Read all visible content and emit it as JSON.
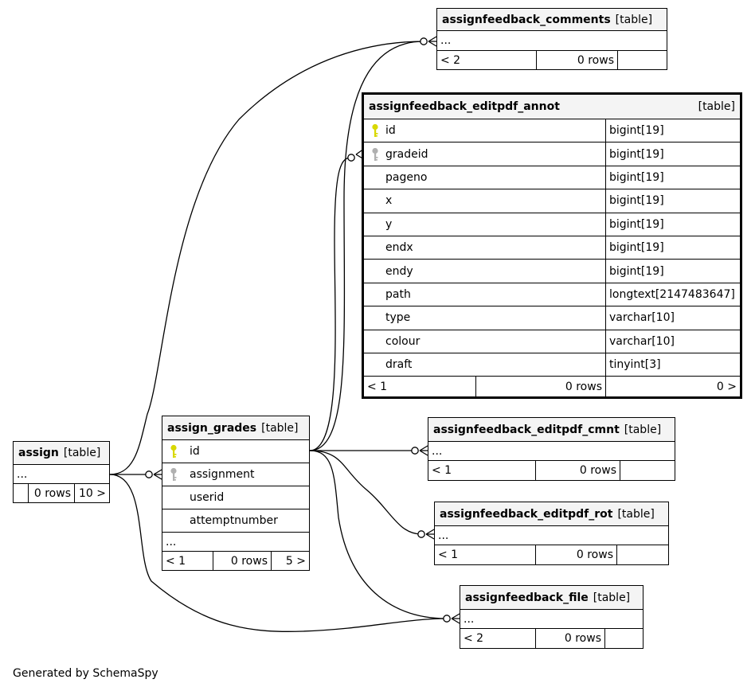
{
  "footer": {
    "generated_by": "Generated by SchemaSpy"
  },
  "tables": {
    "assignfeedback_comments": {
      "name": "assignfeedback_comments",
      "tag": "[table]",
      "ellipsis": "...",
      "parents": "< 2",
      "rows": "0 rows",
      "children": ""
    },
    "editpdf_annot": {
      "name": "assignfeedback_editpdf_annot",
      "tag": "[table]",
      "columns": [
        {
          "name": "id",
          "type": "bigint[19]",
          "key": "primary"
        },
        {
          "name": "gradeid",
          "type": "bigint[19]",
          "key": "foreign"
        },
        {
          "name": "pageno",
          "type": "bigint[19]",
          "key": ""
        },
        {
          "name": "x",
          "type": "bigint[19]",
          "key": ""
        },
        {
          "name": "y",
          "type": "bigint[19]",
          "key": ""
        },
        {
          "name": "endx",
          "type": "bigint[19]",
          "key": ""
        },
        {
          "name": "endy",
          "type": "bigint[19]",
          "key": ""
        },
        {
          "name": "path",
          "type": "longtext[2147483647]",
          "key": ""
        },
        {
          "name": "type",
          "type": "varchar[10]",
          "key": ""
        },
        {
          "name": "colour",
          "type": "varchar[10]",
          "key": ""
        },
        {
          "name": "draft",
          "type": "tinyint[3]",
          "key": ""
        }
      ],
      "parents": "< 1",
      "rows": "0 rows",
      "children": "0 >"
    },
    "assign": {
      "name": "assign",
      "tag": "[table]",
      "ellipsis": "...",
      "parents": "",
      "rows": "0 rows",
      "children": "10 >"
    },
    "assign_grades": {
      "name": "assign_grades",
      "tag": "[table]",
      "columns": [
        {
          "name": "id",
          "key": "primary"
        },
        {
          "name": "assignment",
          "key": "foreign"
        },
        {
          "name": "userid",
          "key": ""
        },
        {
          "name": "attemptnumber",
          "key": ""
        }
      ],
      "ellipsis": "...",
      "parents": "< 1",
      "rows": "0 rows",
      "children": "5 >"
    },
    "editpdf_cmnt": {
      "name": "assignfeedback_editpdf_cmnt",
      "tag": "[table]",
      "ellipsis": "...",
      "parents": "< 1",
      "rows": "0 rows",
      "children": ""
    },
    "editpdf_rot": {
      "name": "assignfeedback_editpdf_rot",
      "tag": "[table]",
      "ellipsis": "...",
      "parents": "< 1",
      "rows": "0 rows",
      "children": ""
    },
    "file": {
      "name": "assignfeedback_file",
      "tag": "[table]",
      "ellipsis": "...",
      "parents": "< 2",
      "rows": "0 rows",
      "children": ""
    }
  },
  "colors": {
    "primary_key": "#d8d800",
    "foreign_key": "#b0b0b0",
    "header_bg": "#f4f4f4",
    "line": "#000000"
  }
}
